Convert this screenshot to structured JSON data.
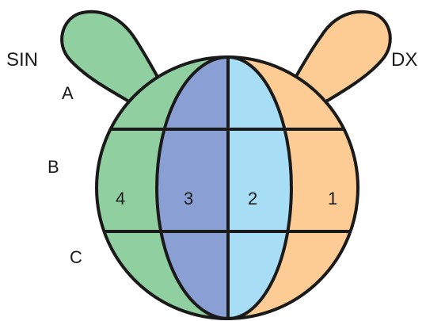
{
  "side_labels": {
    "left": "SIN",
    "right": "DX"
  },
  "row_labels": [
    "A",
    "B",
    "C"
  ],
  "column_labels": [
    "4",
    "3",
    "2",
    "1"
  ],
  "colors": {
    "left_lobe": "#8fcfa0",
    "inner_left": "#8a9fd3",
    "inner_right": "#a8def5",
    "right_lobe": "#fdcc95",
    "outline": "#1a1a1a"
  }
}
